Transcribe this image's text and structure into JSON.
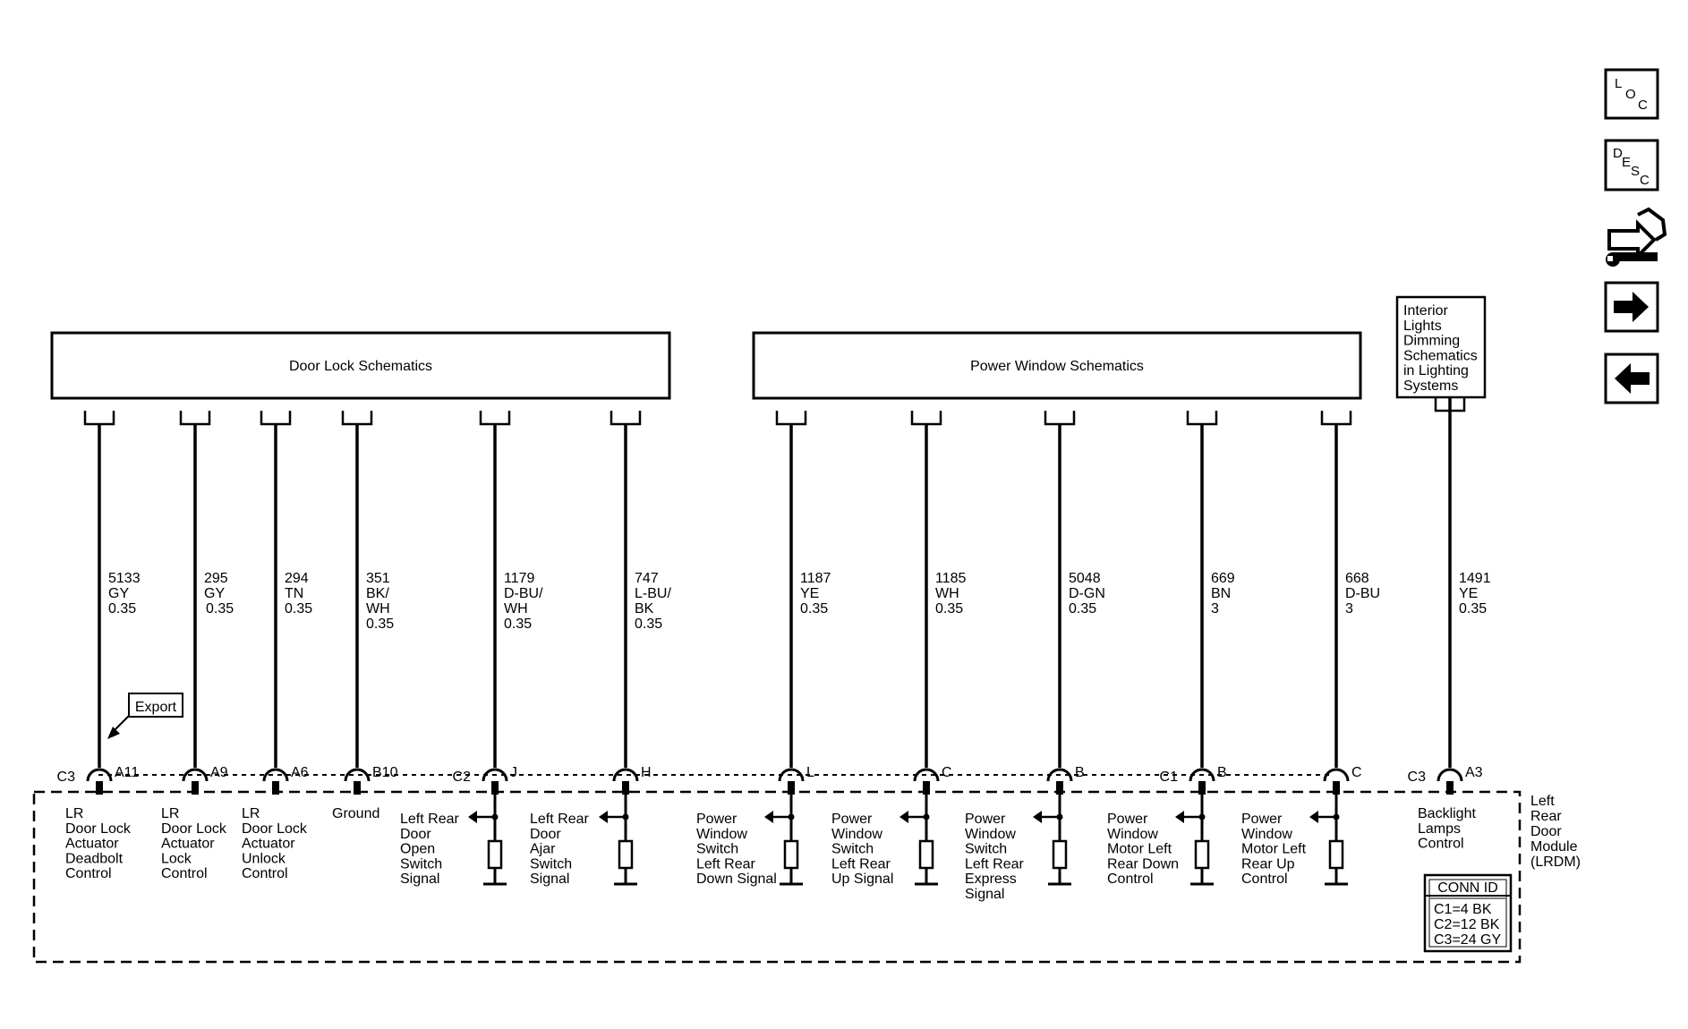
{
  "top_boxes": [
    {
      "label": "Door Lock Schematics"
    },
    {
      "label": "Power Window Schematics"
    },
    {
      "lines": [
        "Interior",
        "Lights",
        "Dimming",
        "Schematics",
        "in Lighting",
        "Systems"
      ]
    }
  ],
  "wires": [
    {
      "circuit": "5133",
      "color": "GY",
      "size": "0.35",
      "connector": "C3",
      "pin": "A11",
      "function": [
        "LR",
        "Door Lock",
        "Actuator",
        "Deadbolt",
        "Control"
      ]
    },
    {
      "circuit": "295",
      "color": "GY",
      "size": "0.35",
      "connector": "",
      "pin": "A9",
      "function": [
        "LR",
        "Door Lock",
        "Actuator",
        "Lock",
        "Control"
      ]
    },
    {
      "circuit": "294",
      "color": "TN",
      "size": "0.35",
      "connector": "",
      "pin": "A6",
      "function": [
        "LR",
        "Door Lock",
        "Actuator",
        "Unlock",
        "Control"
      ]
    },
    {
      "circuit": "351",
      "color": "BK/\nWH",
      "size": "0.35",
      "connector": "",
      "pin": "B10",
      "function": [
        "Ground"
      ]
    },
    {
      "circuit": "1179",
      "color": "D-BU/\nWH",
      "size": "0.35",
      "connector": "C2",
      "pin": "J",
      "function": [
        "Left Rear",
        "Door",
        "Open",
        "Switch",
        "Signal"
      ]
    },
    {
      "circuit": "747",
      "color": "L-BU/\nBK",
      "size": "0.35",
      "connector": "",
      "pin": "H",
      "function": [
        "Left Rear",
        "Door",
        "Ajar",
        "Switch",
        "Signal"
      ]
    },
    {
      "circuit": "1187",
      "color": "YE",
      "size": "0.35",
      "connector": "",
      "pin": "L",
      "function": [
        "Power",
        "Window",
        "Switch",
        "Left Rear",
        "Down Signal"
      ]
    },
    {
      "circuit": "1185",
      "color": "WH",
      "size": "0.35",
      "connector": "",
      "pin": "C",
      "function": [
        "Power",
        "Window",
        "Switch",
        "Left Rear",
        "Up Signal"
      ]
    },
    {
      "circuit": "5048",
      "color": "D-GN",
      "size": "0.35",
      "connector": "",
      "pin": "B",
      "function": [
        "Power",
        "Window",
        "Switch",
        "Left Rear",
        "Express",
        "Signal"
      ]
    },
    {
      "circuit": "669",
      "color": "BN",
      "size": "3",
      "connector": "C1",
      "pin": "B",
      "function": [
        "Power",
        "Window",
        "Motor Left",
        "Rear Down",
        "Control"
      ]
    },
    {
      "circuit": "668",
      "color": "D-BU",
      "size": "3",
      "connector": "",
      "pin": "C",
      "function": [
        "Power",
        "Window",
        "Motor Left",
        "Rear Up",
        "Control"
      ]
    },
    {
      "circuit": "1491",
      "color": "YE",
      "size": "0.35",
      "connector": "C3",
      "pin": "A3",
      "function": [
        "Backlight",
        "Lamps",
        "Control"
      ]
    }
  ],
  "export_label": "Export",
  "module_name": [
    "Left",
    "Rear",
    "Door",
    "Module",
    "(LRDM)"
  ],
  "conn_id": {
    "title": "CONN ID",
    "rows": [
      "C1=4 BK",
      "C2=12 BK",
      "C3=24 GY"
    ]
  },
  "side_buttons": [
    {
      "name": "loc-button",
      "icon": "loc-icon",
      "letters": [
        "L",
        "O",
        "C"
      ]
    },
    {
      "name": "desc-button",
      "icon": "desc-icon",
      "letters": [
        "D",
        "E",
        "S",
        "C"
      ]
    },
    {
      "name": "repair-button",
      "icon": "connector-wrench-icon"
    },
    {
      "name": "next-button",
      "icon": "arrow-right-icon"
    },
    {
      "name": "prev-button",
      "icon": "arrow-left-icon"
    }
  ]
}
